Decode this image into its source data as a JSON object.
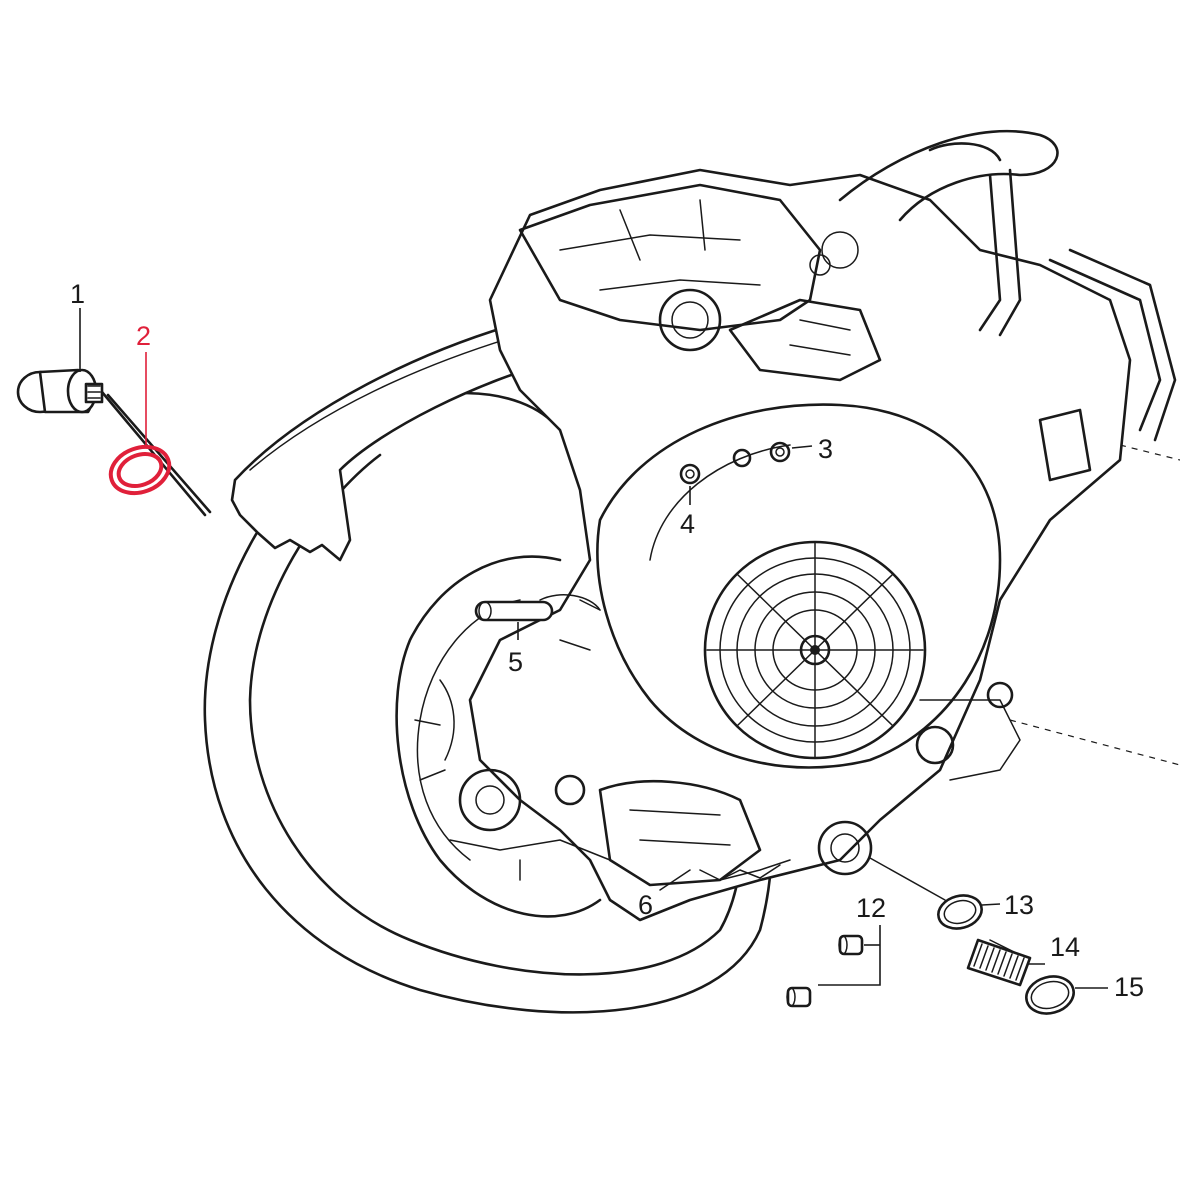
{
  "callouts": [
    {
      "number": "1",
      "highlighted": false
    },
    {
      "number": "2",
      "highlighted": true
    },
    {
      "number": "3",
      "highlighted": false
    },
    {
      "number": "4",
      "highlighted": false
    },
    {
      "number": "5",
      "highlighted": false
    },
    {
      "number": "6",
      "highlighted": false
    },
    {
      "number": "12",
      "highlighted": false
    },
    {
      "number": "13",
      "highlighted": false
    },
    {
      "number": "14",
      "highlighted": false
    },
    {
      "number": "15",
      "highlighted": false
    }
  ],
  "colors": {
    "line": "#1a1a1a",
    "highlight": "#e0203a",
    "background": "#ffffff"
  }
}
